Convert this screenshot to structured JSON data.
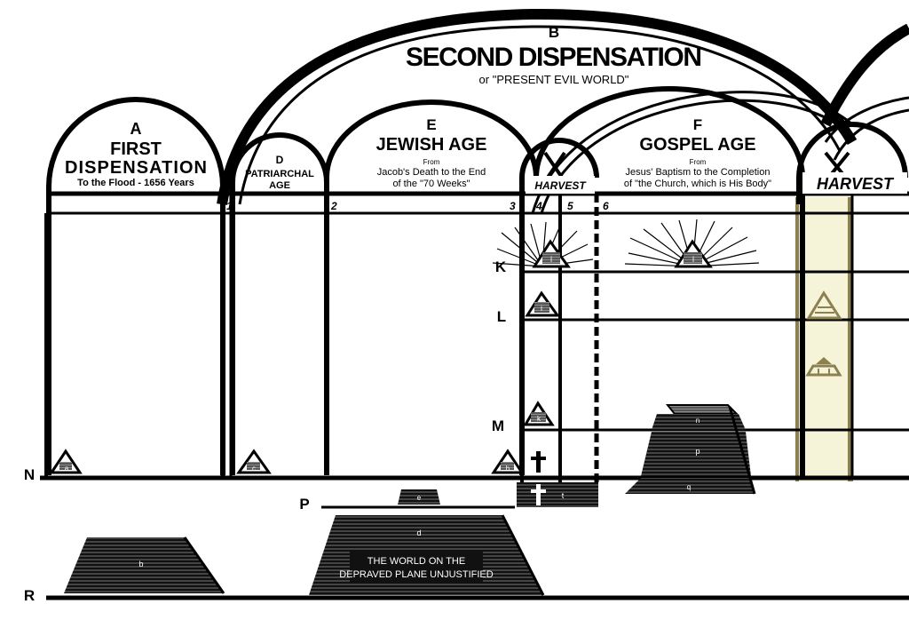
{
  "dispensation_b": {
    "letter": "B",
    "title": "SECOND DISPENSATION",
    "subtitle": "or \"PRESENT EVIL WORLD\""
  },
  "dispensation_a": {
    "letter": "A",
    "title_1": "FIRST",
    "title_2": "DISPENSATION",
    "subtitle": "To the Flood - 1656 Years"
  },
  "age_d": {
    "letter": "D",
    "title_1": "PATRIARCHAL",
    "title_2": "AGE"
  },
  "age_e": {
    "letter": "E",
    "title": "JEWISH AGE",
    "from": "From",
    "desc_1": "Jacob's Death to the End",
    "desc_2": "of the \"70 Weeks\""
  },
  "age_f": {
    "letter": "F",
    "title": "GOSPEL AGE",
    "from": "From",
    "desc_1": "Jesus' Baptism to the Completion",
    "desc_2": "of \"the Church, which is His Body\""
  },
  "harvest_1": "HARVEST",
  "harvest_2": "HARVEST",
  "numbers": [
    "1",
    "2",
    "3",
    "4",
    "5",
    "6"
  ],
  "planes": {
    "K": "K",
    "L": "L",
    "M": "M",
    "N": "N",
    "P": "P",
    "R": "R"
  },
  "symbols": {
    "a": "a",
    "c": "c",
    "h": "h",
    "i": "i",
    "k": "k",
    "l": "l",
    "m": "m",
    "b": "b",
    "d": "d",
    "e": "e",
    "n": "n",
    "p": "p",
    "q": "q",
    "t": "t"
  },
  "world_text_1": "THE WORLD ON THE",
  "world_text_2": "DEPRAVED PLANE UNJUSTIFIED",
  "colors": {
    "ink": "#000000",
    "highlight": "#f6f4d8",
    "olive": "#8c8050",
    "hatch": "#3a3a3a"
  }
}
